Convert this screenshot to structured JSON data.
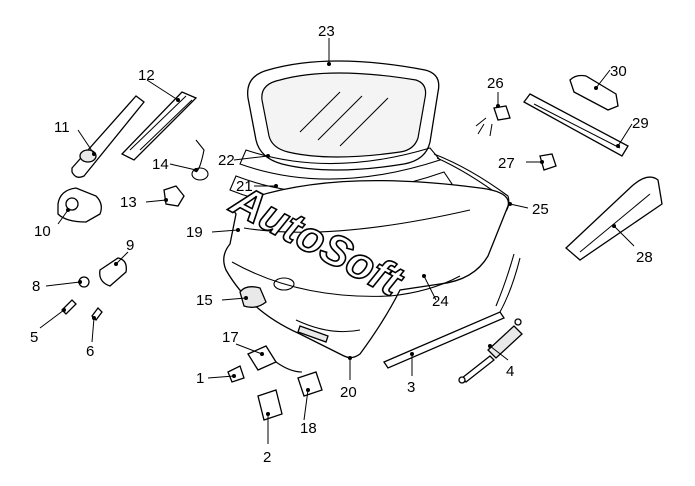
{
  "watermark": "AutoSoft",
  "callouts": [
    {
      "id": "1",
      "label": "1"
    },
    {
      "id": "2",
      "label": "2"
    },
    {
      "id": "3",
      "label": "3"
    },
    {
      "id": "4",
      "label": "4"
    },
    {
      "id": "5",
      "label": "5"
    },
    {
      "id": "6",
      "label": "6"
    },
    {
      "id": "8",
      "label": "8"
    },
    {
      "id": "9",
      "label": "9"
    },
    {
      "id": "10",
      "label": "10"
    },
    {
      "id": "11",
      "label": "11"
    },
    {
      "id": "12",
      "label": "12"
    },
    {
      "id": "13",
      "label": "13"
    },
    {
      "id": "14",
      "label": "14"
    },
    {
      "id": "15",
      "label": "15"
    },
    {
      "id": "17",
      "label": "17"
    },
    {
      "id": "18",
      "label": "18"
    },
    {
      "id": "19",
      "label": "19"
    },
    {
      "id": "20",
      "label": "20"
    },
    {
      "id": "21",
      "label": "21"
    },
    {
      "id": "22",
      "label": "22"
    },
    {
      "id": "23",
      "label": "23"
    },
    {
      "id": "24",
      "label": "24"
    },
    {
      "id": "25",
      "label": "25"
    },
    {
      "id": "26",
      "label": "26"
    },
    {
      "id": "27",
      "label": "27"
    },
    {
      "id": "28",
      "label": "28"
    },
    {
      "id": "29",
      "label": "29"
    },
    {
      "id": "30",
      "label": "30"
    }
  ]
}
